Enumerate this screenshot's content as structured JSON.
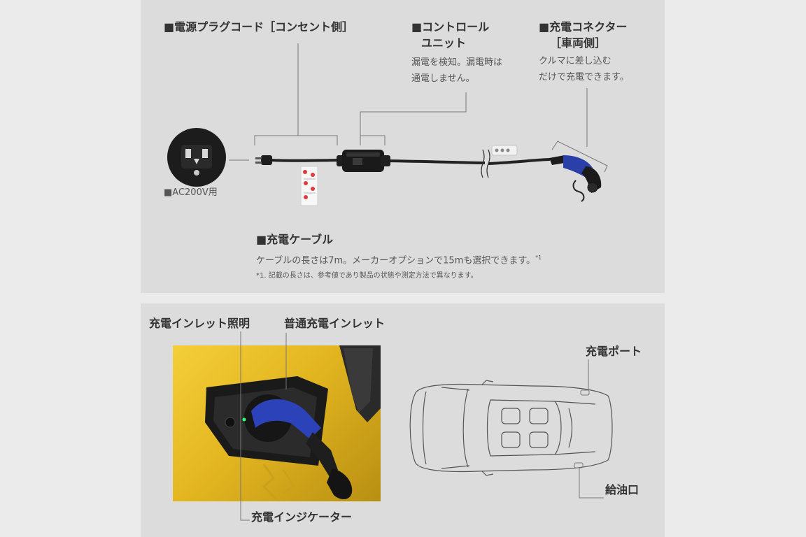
{
  "top_panel": {
    "plug_cord": {
      "title": "■電源プラグコード［コンセント側］"
    },
    "control_unit": {
      "title_line1": "■コントロール",
      "title_line2": "ユニット",
      "desc_line1": "漏電を検知。漏電時は",
      "desc_line2": "通電しません。"
    },
    "charge_connector": {
      "title_line1": "■充電コネクター",
      "title_line2": "［車両側］",
      "desc_line1": "クルマに差し込む",
      "desc_line2": "だけで充電できます。"
    },
    "outlet_label": "■AC200V用",
    "cable": {
      "title": "■充電ケーブル",
      "desc": "ケーブルの長さは7m。メーカーオプションで15mも選択できます。",
      "note_mark": "*1",
      "footnote": "*1. 記載の長さは、参考値であり製品の状態や測定方法で異なります。"
    }
  },
  "bottom_panel": {
    "inlet_light_label": "充電インレット照明",
    "normal_inlet_label": "普通充電インレット",
    "indicator_label": "充電インジケーター",
    "charge_port_label": "充電ポート",
    "fuel_port_label": "給油口"
  },
  "colors": {
    "panel_bg": "#dcdcdc",
    "page_bg": "#ebebeb",
    "connector_blue": "#2b3fa8",
    "car_paint": "#e8bb22"
  }
}
